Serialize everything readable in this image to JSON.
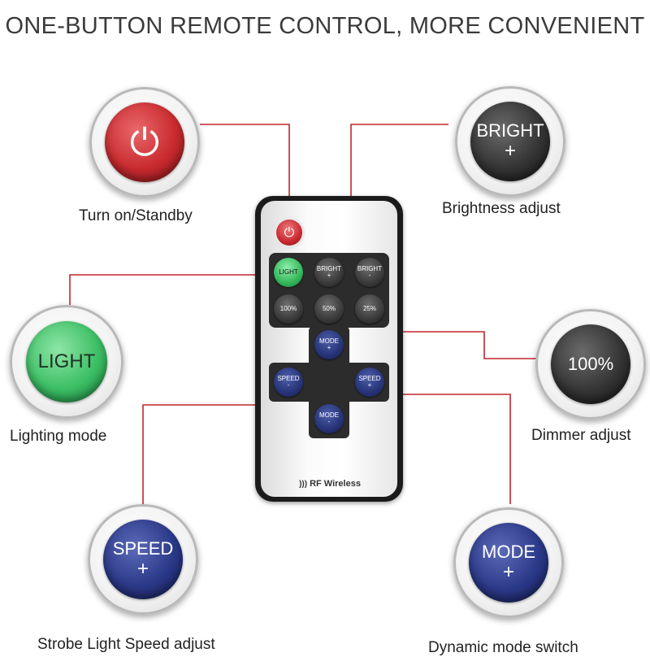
{
  "heading": "ONE-BUTTON REMOTE CONTROL, MORE CONVENIENT",
  "features": {
    "power": {
      "symbol": "⏻",
      "caption": "Turn on/Standby"
    },
    "bright": {
      "line1": "BRIGHT",
      "line2": "+",
      "caption": "Brightness adjust"
    },
    "light": {
      "line1": "LIGHT",
      "caption": "Lighting mode"
    },
    "dimmer": {
      "line1": "100%",
      "caption": "Dimmer adjust"
    },
    "speed": {
      "line1": "SPEED",
      "line2": "+",
      "caption": "Strobe Light Speed adjust"
    },
    "mode": {
      "line1": "MODE",
      "line2": "+",
      "caption": "Dynamic mode switch"
    }
  },
  "remote": {
    "power_symbol": "⏻",
    "light_btn": "LIGHT",
    "bright_plus": {
      "top": "BRIGHT",
      "bottom": "+"
    },
    "bright_minus": {
      "top": "BRIGHT",
      "bottom": "-"
    },
    "b100": "100%",
    "b50": "50%",
    "b25": "25%",
    "mode_plus": {
      "top": "MODE",
      "bottom": "+"
    },
    "speed_minus": {
      "top": "SPEED",
      "bottom": "-"
    },
    "speed_plus": {
      "top": "SPEED",
      "bottom": "+"
    },
    "mode_minus": {
      "top": "MODE",
      "bottom": "-"
    },
    "rf_label": "RF Wireless"
  },
  "colors": {
    "line": "#c0272d",
    "power": "#c92b2f",
    "light": "#3cbf65",
    "dark": "#353535",
    "blue": "#2b3989"
  }
}
